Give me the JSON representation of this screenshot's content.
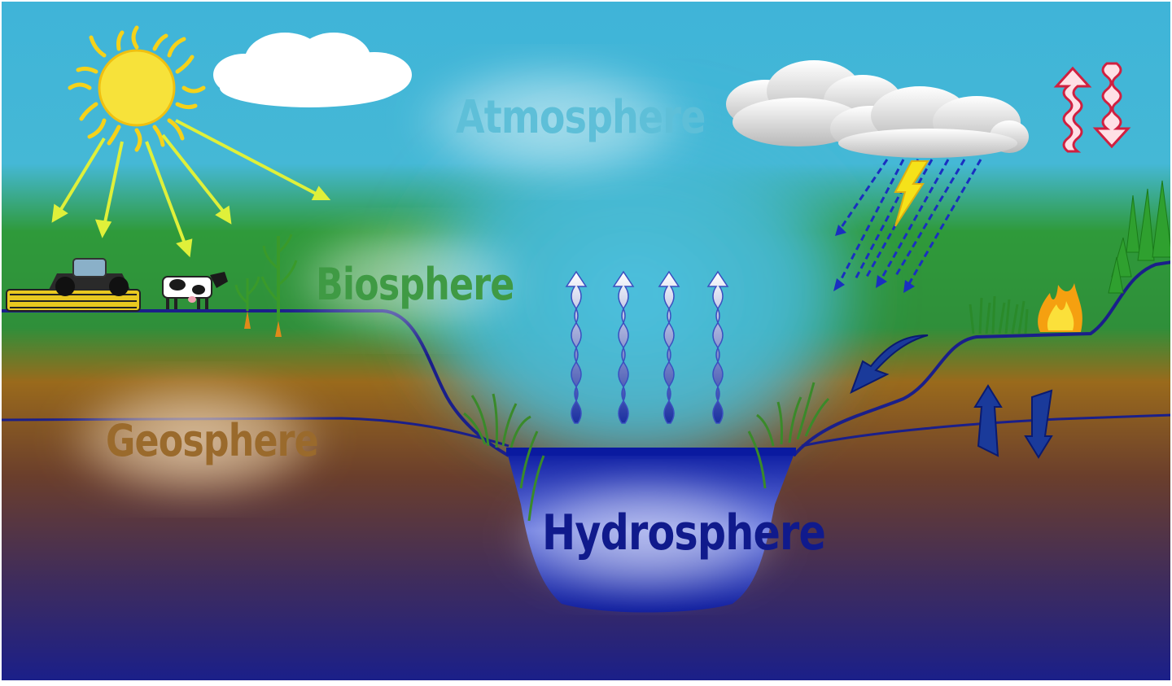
{
  "labels": {
    "atmosphere": "Atmosphere",
    "biosphere": "Biosphere",
    "geosphere": "Geosphere",
    "hydrosphere": "Hydrosphere"
  },
  "colors": {
    "sky": "#3fb4d8",
    "grass": "#2f9a3a",
    "soil": "#8a5a1e",
    "deep_earth": "#3a2a5a",
    "water": "#0a1a9a",
    "sun": "#f5d21a"
  }
}
